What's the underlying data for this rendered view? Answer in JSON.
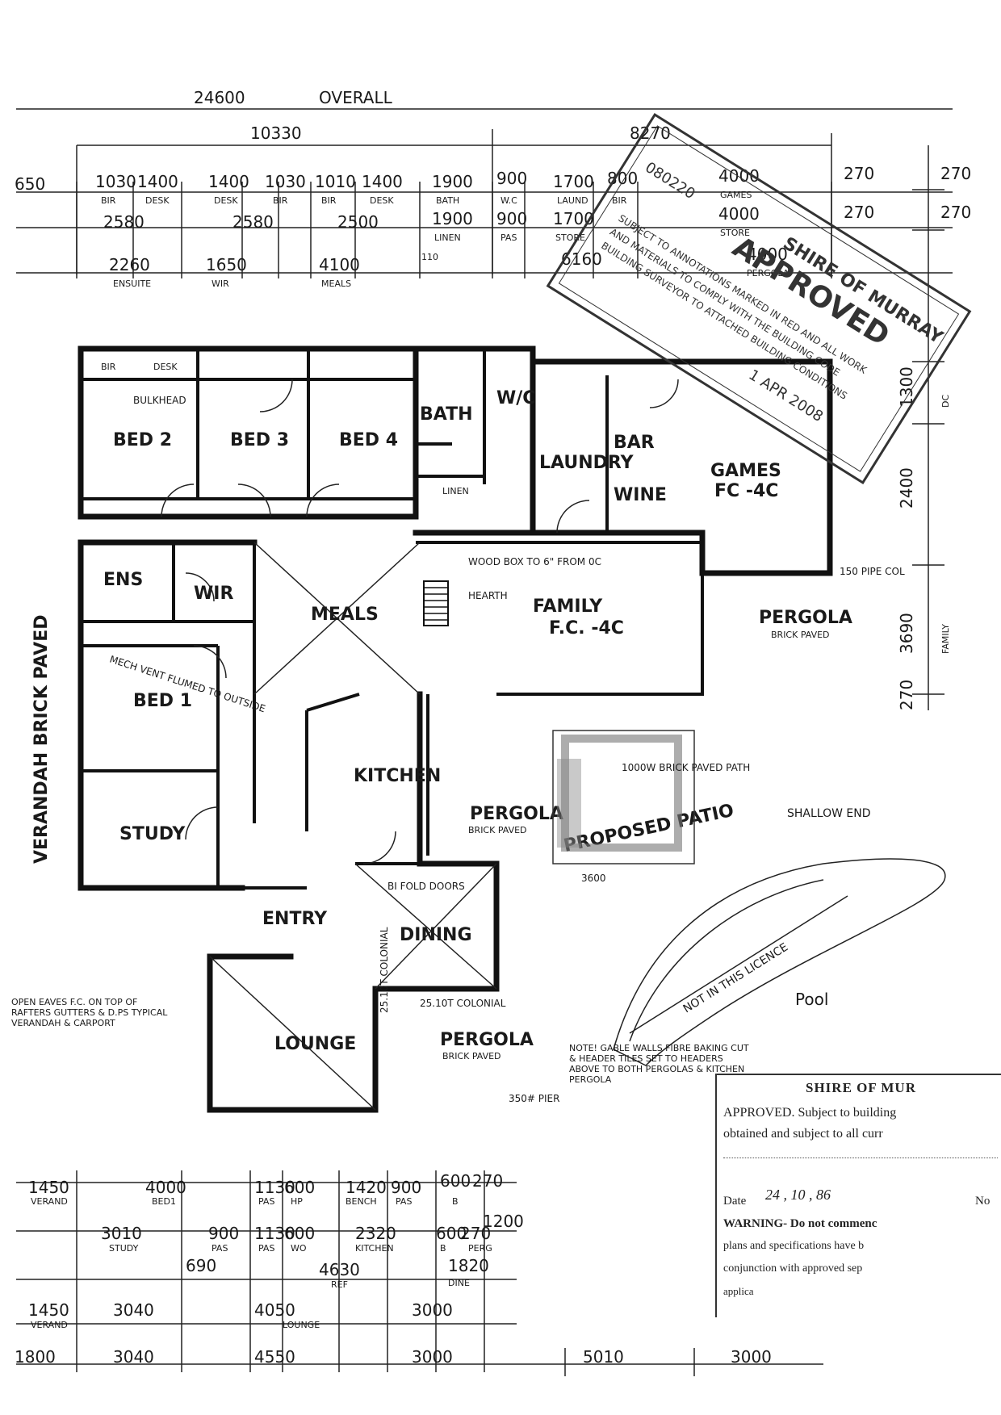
{
  "overall": {
    "length": "24600",
    "label": "OVERALL"
  },
  "top_dims": {
    "left_total": "10330",
    "right_total": "8270",
    "row1": [
      {
        "v": "650",
        "l": ""
      },
      {
        "v": "1030",
        "l": "BIR"
      },
      {
        "v": "1400",
        "l": "DESK"
      },
      {
        "v": "1400",
        "l": "DESK"
      },
      {
        "v": "1030",
        "l": "BIR"
      },
      {
        "v": "1010",
        "l": "BIR"
      },
      {
        "v": "1400",
        "l": "DESK"
      },
      {
        "v": "1900",
        "l": "BATH"
      },
      {
        "v": "900",
        "l": "W.C"
      },
      {
        "v": "1700",
        "l": "LAUND"
      },
      {
        "v": "800",
        "l": "BIR"
      },
      {
        "v": "4000",
        "l": "GAMES"
      },
      {
        "v": "270",
        "l": ""
      }
    ],
    "row2": [
      {
        "v": "2580",
        "l": ""
      },
      {
        "v": "2580",
        "l": ""
      },
      {
        "v": "2500",
        "l": ""
      },
      {
        "v": "1900",
        "l": "LINEN"
      },
      {
        "v": "900",
        "l": "PAS"
      },
      {
        "v": "1700",
        "l": "STORE"
      },
      {
        "v": "4000",
        "l": "STORE"
      },
      {
        "v": "270",
        "l": ""
      }
    ],
    "row3": [
      {
        "v": "2260",
        "l": "ENSUITE"
      },
      {
        "v": "1650",
        "l": "WIR"
      },
      {
        "v": "4100",
        "l": "MEALS"
      },
      {
        "v": "110",
        "l": ""
      },
      {
        "v": "6160",
        "l": ""
      },
      {
        "v": "4000",
        "l": "PERGOLA"
      }
    ]
  },
  "rooms": {
    "bed2": "BED 2",
    "bed3": "BED 3",
    "bed4": "BED 4",
    "bath": "BATH",
    "wc": "W/C",
    "laundry": "LAUNDRY",
    "bar": "BAR",
    "games": "GAMES",
    "games_fc": "FC -4C",
    "wine": "WINE",
    "meals": "MEALS",
    "family": "FAMILY",
    "family_fc": "F.C. -4C",
    "bed1": "BED 1",
    "ens": "ENS",
    "wir": "WIR",
    "study": "STUDY",
    "kitchen": "KITCHEN",
    "entry": "ENTRY",
    "dining": "DINING",
    "lounge": "LOUNGE",
    "pergola1": "PERGOLA",
    "pergola1_sub": "BRICK PAVED",
    "pergola2": "PERGOLA",
    "pergola2_sub": "BRICK PAVED",
    "pergola3": "PERGOLA",
    "pergola3_sub": "BRICK PAVED",
    "verandah": "VERANDAH BRICK PAVED",
    "patio": "PROPOSED PATIO",
    "pool": "Pool",
    "shallow": "SHALLOW END",
    "linen": "LINEN",
    "bir": "BIR",
    "desk": "DESK"
  },
  "notes": {
    "note1": "NOTE! GABLE WALLS FIBRE BAKING CUT & HEADER TILES SET TO HEADERS ABOVE TO BOTH PERGOLAS & KITCHEN PERGOLA",
    "note2": "OPEN EAVES F.C. ON TOP OF RAFTERS GUTTERS & D.PS TYPICAL VERANDAH & CARPORT",
    "bulkhead": "BULKHEAD",
    "woodbox": "WOOD BOX TO 6\" FROM 0C",
    "hearth": "HEARTH",
    "mech_vent": "MECH VENT FLUMED TO OUTSIDE",
    "colonial1": "25.10T COLONIAL",
    "colonial2": "25.10T COLONIAL",
    "pipe_col": "150 PIPE COL",
    "not_in_licence": "NOT IN THIS LICENCE",
    "bifold": "BI FOLD DOORS",
    "patio_size": "3600",
    "patio_sub": "1000W BRICK PAVED PATH",
    "pier": "350# PIER"
  },
  "bottom_dims": {
    "row1": [
      {
        "v": "1450",
        "l": "VERAND"
      },
      {
        "v": "4000",
        "l": "BED1"
      },
      {
        "v": "1130",
        "l": "PAS"
      },
      {
        "v": "600",
        "l": "HP"
      },
      {
        "v": "1420",
        "l": "BENCH"
      },
      {
        "v": "900",
        "l": "PAS"
      },
      {
        "v": "600",
        "l": "B"
      },
      {
        "v": "270",
        "l": ""
      }
    ],
    "row2": [
      {
        "v": "3010",
        "l": "STUDY"
      },
      {
        "v": "900",
        "l": "PAS"
      },
      {
        "v": "1130",
        "l": "PAS"
      },
      {
        "v": "600",
        "l": "WO"
      },
      {
        "v": "2320",
        "l": "KITCHEN"
      },
      {
        "v": "600",
        "l": "B"
      },
      {
        "v": "270",
        "l": "PERG"
      },
      {
        "v": "1200",
        "l": ""
      }
    ],
    "row3": [
      {
        "v": "690",
        "l": ""
      },
      {
        "v": "4630",
        "l": "REF"
      },
      {
        "v": "1820",
        "l": "DINE"
      }
    ],
    "row4": [
      {
        "v": "1450",
        "l": "VERAND"
      },
      {
        "v": "3040",
        "l": ""
      },
      {
        "v": "4050",
        "l": "LOUNGE"
      },
      {
        "v": "3000",
        "l": ""
      }
    ],
    "row5": [
      {
        "v": "1800",
        "l": ""
      },
      {
        "v": "3040",
        "l": ""
      },
      {
        "v": "4550",
        "l": ""
      },
      {
        "v": "3000",
        "l": ""
      },
      {
        "v": "5010",
        "l": ""
      },
      {
        "v": "3000",
        "l": ""
      }
    ]
  },
  "right_dims": [
    {
      "v": "270",
      "l": ""
    },
    {
      "v": "270",
      "l": ""
    },
    {
      "v": "1300",
      "l": "DC"
    },
    {
      "v": "2400",
      "l": ""
    },
    {
      "v": "3690",
      "l": "FAMILY"
    },
    {
      "v": "270",
      "l": ""
    }
  ],
  "stamp": {
    "line1": "SHIRE OF MURRAY",
    "line2": "APPROVED",
    "line3": "SUBJECT TO ANNOTATIONS MARKED IN RED AND ALL WORK",
    "line4": "AND MATERIALS TO COMPLY WITH THE BUILDING CODE",
    "line5": "BUILDING SURVEYOR TO ATTACHED BUILDING CONDITIONS",
    "date": "1 APR 2008",
    "number": "080220"
  },
  "shire_panel": {
    "title": "SHIRE OF MUR",
    "l1": "APPROVED. Subject to building",
    "l2": "obtained and subject to all curr",
    "date_label": "Date",
    "date_value": "24 , 10 , 86",
    "no_label": "No",
    "warning": "WARNING- Do not commenc",
    "l4": "plans and specifications have b",
    "l5": "conjunction with approved sep",
    "l6": "applica"
  }
}
